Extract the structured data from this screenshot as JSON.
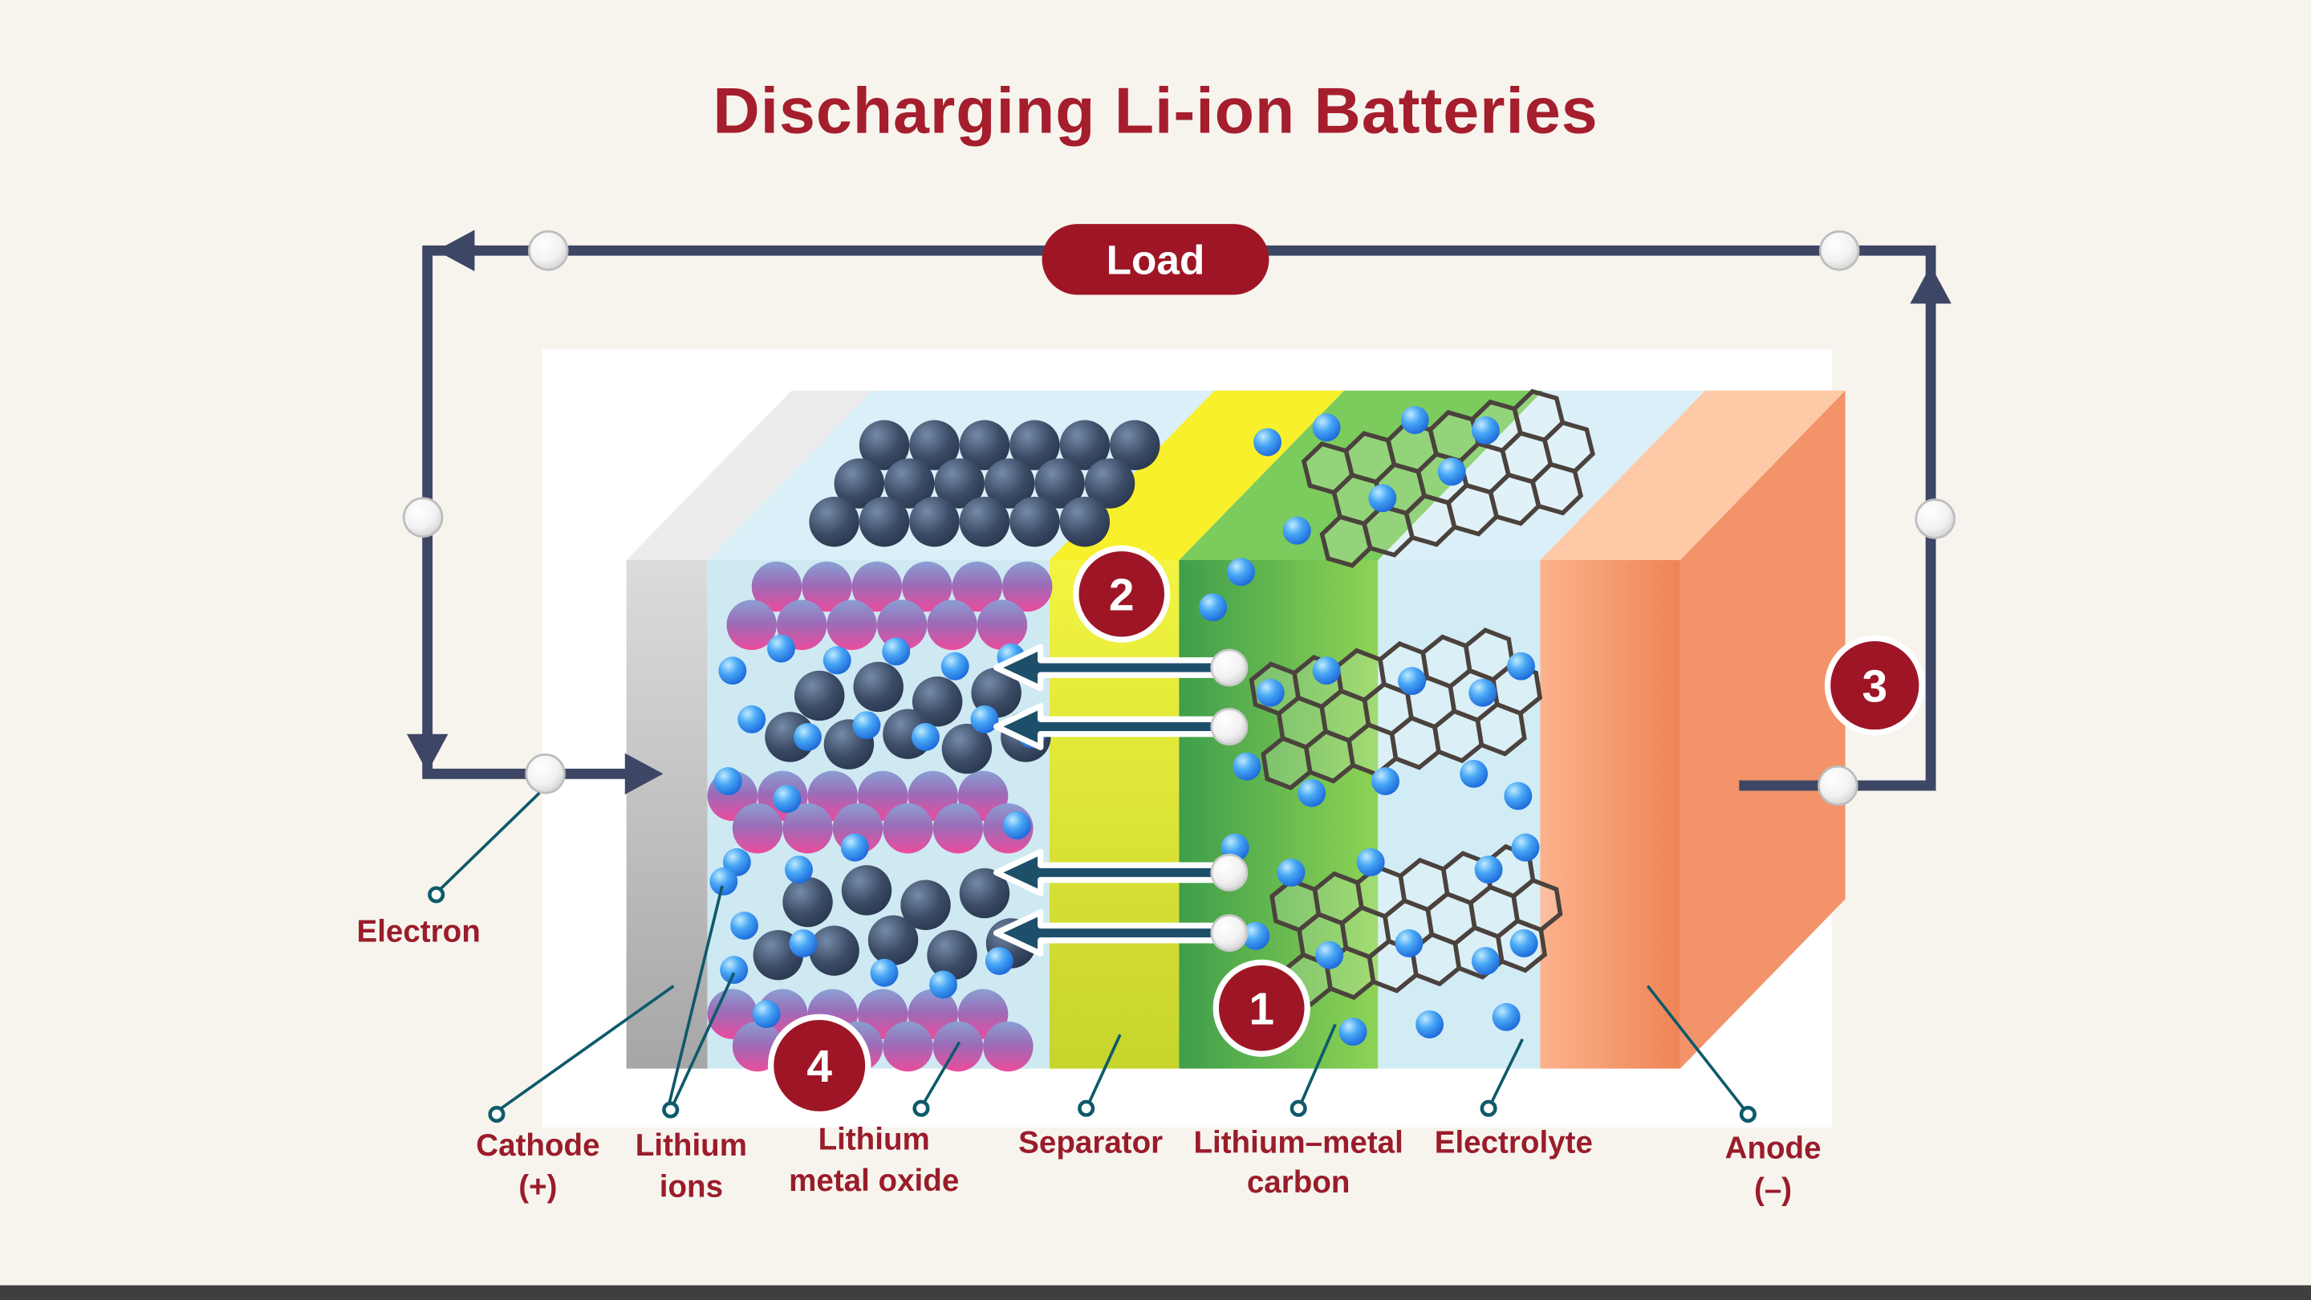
{
  "title": "Discharging Li-ion Batteries",
  "load": {
    "label": "Load"
  },
  "badges": {
    "b1": "1",
    "b2": "2",
    "b3": "3",
    "b4": "4"
  },
  "labels": {
    "electron": "Electron",
    "cathode_line1": "Cathode",
    "cathode_line2": "(+)",
    "lithium_ions_line1": "Lithium",
    "lithium_ions_line2": "ions",
    "lithium_metal_oxide_line1": "Lithium",
    "lithium_metal_oxide_line2": "metal oxide",
    "separator": "Separator",
    "lithium_metal_carbon_line1": "Lithium–metal",
    "lithium_metal_carbon_line2": "carbon",
    "electrolyte": "Electrolyte",
    "anode_line1": "Anode",
    "anode_line2": "(–)"
  },
  "colors": {
    "background": "#f7f4ee",
    "title_red": "#a51e2d",
    "accent_red": "#9e1626",
    "wire_navy": "#3e4666",
    "leader_teal": "#0e5a6a",
    "separator_yellow": "#e9ef3a",
    "graphite_green": "#5cb84f",
    "anode_orange": "#f49a6d",
    "electrolyte_blue": "#d2ecf5",
    "ion_blue": "#2f8df0",
    "oxide_pink": "#e84a9c",
    "oxide_navy": "#3a4a63"
  }
}
